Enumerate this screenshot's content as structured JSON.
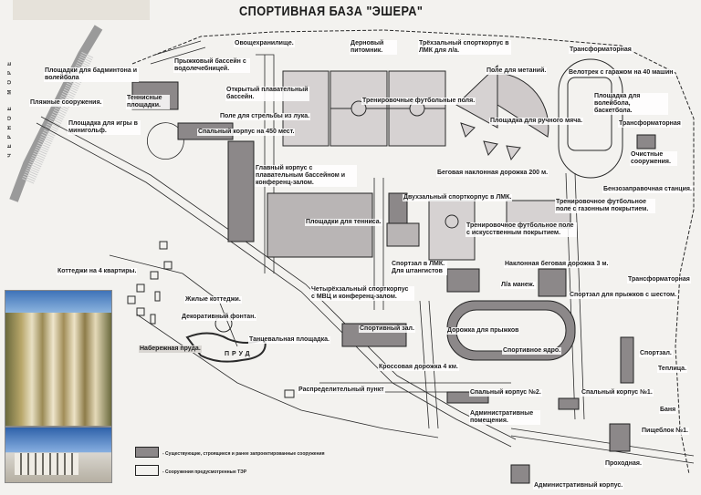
{
  "title": "СПОРТИВНАЯ БАЗА \"ЭШЕРА\"",
  "sea_label": "ЧЕРНОЕ МОРЕ",
  "colors": {
    "existing": "#8c8889",
    "planned": "#f3f2ef",
    "field": "#d6d2d2",
    "line": "#2a2a2a"
  },
  "labels": {
    "vegetable_store": "Овощехранилище.",
    "turf_nursery": "Дерновый питомник.",
    "three_hall": "Трёхзальный спорткорпус в ЛМК для л/а.",
    "transformer_1": "Трансформаторная",
    "throwing_field": "Поле для метаний.",
    "velodrome": "Велотрек с гаражом на 40 машин",
    "badminton": "Площадки для бадминтона и волейбола",
    "diving_pool": "Прыжковый бассейн с водолечебницей.",
    "open_pool": "Открытый плавательный бассейн.",
    "tennis_small": "Теннисные площадки.",
    "beach": "Пляжные сооружения.",
    "football_fields": "Тренировочные футбольные поля.",
    "volleyball": "Площадка для волейбола, баскетбола.",
    "archery": "Поле для стрельбы из лука.",
    "handball": "Площадка для ручного мяча.",
    "transformer_2": "Трансформаторная",
    "minigolf": "Площадка для игры в минигольф.",
    "dorm_450": "Спальный корпус на 450 мест.",
    "treatment": "Очистные сооружения.",
    "main_building": "Главный корпус с плавательным бассейном и конференц-залом.",
    "track_200": "Беговая наклонная дорожка 200 м.",
    "gas_station": "Бензозаправочная станция.",
    "two_hall": "Двухзальный спорткорпус в ЛМК.",
    "football_grass": "Тренировочное футбольное поле с газонным покрытием.",
    "tennis_courts": "Площадки для тенниса.",
    "football_artificial": "Тренировочное футбольное поле с искусственным покрытием.",
    "cottages_4": "Коттеджи на 4 квартиры.",
    "weightlifting": "Спортзал в ЛМК. Для штангистов",
    "track_3": "Наклонная беговая дорожка 3 м.",
    "transformer_3": "Трансформаторная",
    "arena": "Л/а манеж.",
    "pole_vault": "Спортзал для прыжков с шестом.",
    "four_hall": "Четырёхзальный спорткорпус с МВЦ и конференц-залом.",
    "cottages": "Жилые коттеджи.",
    "fountain": "Декоративный фонтан.",
    "sports_hall": "Спортивный зал.",
    "jump_track": "Дорожка для прыжков",
    "dance_floor": "Танцевальная площадка.",
    "embankment": "Набережная пруда.",
    "pond": "ПРУД",
    "stadium": "Спортивное ядро.",
    "gym": "Спортзал.",
    "greenhouse": "Теплица.",
    "cross_track": "Кроссовая дорожка 4 км.",
    "distribution": "Распределительный пункт",
    "dorm_2": "Спальный корпус №2.",
    "dorm_1": "Спальный корпус №1.",
    "bath": "Баня",
    "admin_rooms": "Административные помещения.",
    "canteen": "Пищеблок №1.",
    "checkpoint": "Проходная.",
    "admin_building": "Административный корпус."
  },
  "legend": [
    {
      "text": "- Существующие, строящиеся и ранее запроектированные сооружения"
    },
    {
      "text": "- Сооружения предусмотренные ТЭР"
    }
  ]
}
